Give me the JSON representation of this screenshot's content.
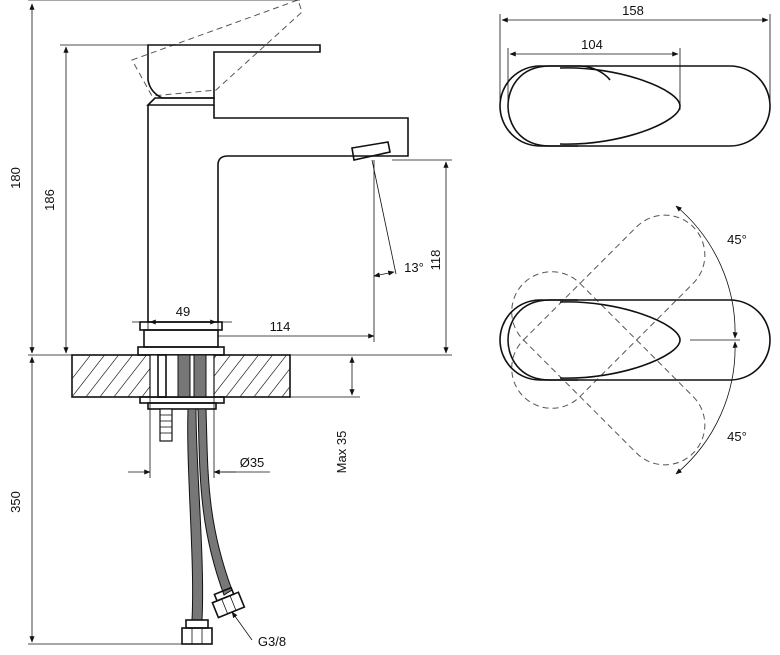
{
  "dimensions": {
    "total_height": "180",
    "spout_height": "186",
    "base_width": "49",
    "spout_reach": "114",
    "aerator_height": "118",
    "aerator_angle": "13°",
    "hole_diameter": "Ø35",
    "max_thickness": "Max 35",
    "hose_length": "350",
    "connection": "G3/8",
    "handle_total": "158",
    "handle_inner": "104",
    "rotation_upper": "45°",
    "rotation_lower": "45°"
  },
  "colors": {
    "line": "#111111",
    "hose": "#777777",
    "background": "#ffffff"
  }
}
